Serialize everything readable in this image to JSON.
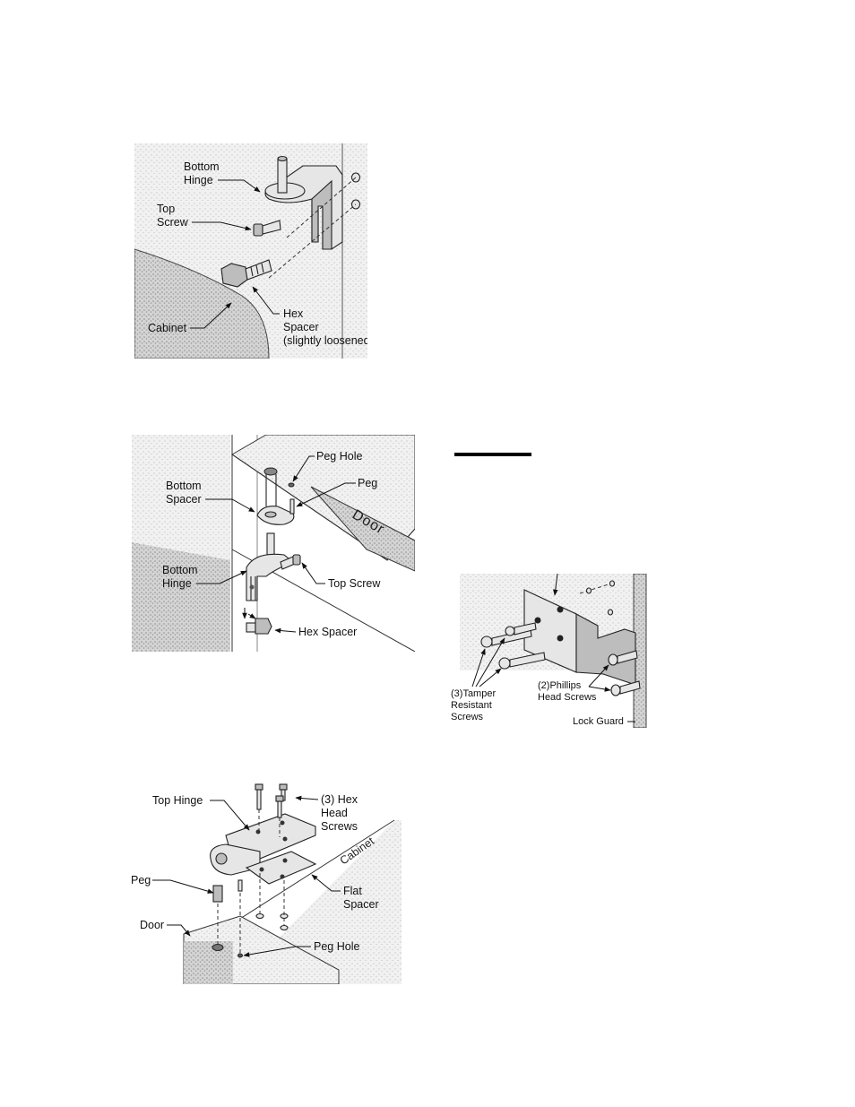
{
  "figures": {
    "fig1": {
      "labels": {
        "bottom_hinge_l1": "Bottom",
        "bottom_hinge_l2": "Hinge",
        "top_screw_l1": "Top",
        "top_screw_l2": "Screw",
        "cabinet": "Cabinet",
        "hex_spacer_l1": "Hex",
        "hex_spacer_l2": "Spacer",
        "hex_spacer_l3": "(slightly loosened)"
      }
    },
    "fig2": {
      "labels": {
        "peg_hole": "Peg Hole",
        "peg": "Peg",
        "bottom_spacer_l1": "Bottom",
        "bottom_spacer_l2": "Spacer",
        "door": "Door",
        "bottom_hinge_l1": "Bottom",
        "bottom_hinge_l2": "Hinge",
        "top_screw": "Top Screw",
        "hex_spacer": "Hex Spacer"
      }
    },
    "fig3": {
      "labels": {
        "tamper_l1": "(3)Tamper",
        "tamper_l2": "Resistant",
        "tamper_l3": "Screws",
        "phillips_l1": "(2)Phillips",
        "phillips_l2": "Head Screws",
        "lock_guard": "Lock Guard"
      }
    },
    "fig4": {
      "labels": {
        "top_hinge": "Top Hinge",
        "hex_head_l1": "(3) Hex",
        "hex_head_l2": "Head",
        "hex_head_l3": "Screws",
        "cabinet": "Cabinet",
        "peg": "Peg",
        "flat_spacer_l1": "Flat",
        "flat_spacer_l2": "Spacer",
        "door": "Door",
        "peg_hole": "Peg Hole"
      }
    }
  }
}
